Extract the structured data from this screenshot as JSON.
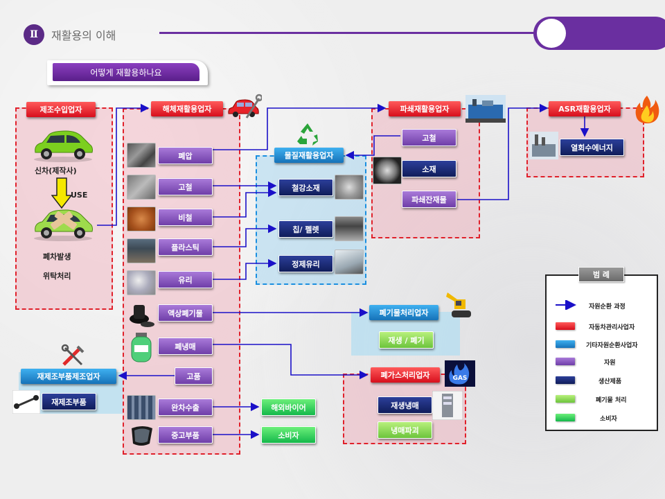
{
  "header": {
    "section_numeral": "Ⅱ",
    "title": "재활용의 이해",
    "subtitle": "어떻게 재활용하나요"
  },
  "manufacturer": {
    "title": "제조수입업자",
    "new_car_label": "신차(제작사)",
    "use_label": "USE",
    "scrap_label_1": "폐차발생",
    "scrap_label_2": "위탁처리"
  },
  "dismantler": {
    "title": "해체재활용업자",
    "items": [
      "폐압",
      "고철",
      "비철",
      "플라스틱",
      "유리",
      "액상폐기물",
      "폐냉매",
      "고품",
      "완차수출",
      "중고부품"
    ]
  },
  "material_recycler": {
    "title": "물질재활용업자",
    "items": [
      "철강소재",
      "칩/ 펠렛",
      "정제유리"
    ]
  },
  "shredder": {
    "title": "파쇄재활용업자",
    "items": [
      "고철",
      "소재",
      "파쇄잔재물"
    ]
  },
  "asr": {
    "title": "ASR재활용업자",
    "item": "열회수에너지"
  },
  "waste_processor": {
    "title": "폐기물처리업자",
    "item": "재생 / 폐기"
  },
  "gas_processor": {
    "title": "폐가스처리업자",
    "items": [
      "재생냉매",
      "냉매파괴"
    ]
  },
  "remanufacturer": {
    "title": "재제조부품제조업자",
    "item": "재제조부품"
  },
  "consumers": {
    "overseas": "해외바이어",
    "consumer": "소비자"
  },
  "legend": {
    "title": "범  례",
    "items": [
      {
        "label": "자원순환 과정",
        "kind": "arrow"
      },
      {
        "label": "자동차관리사업자",
        "kind": "red"
      },
      {
        "label": "기타자원순환사업자",
        "kind": "blue"
      },
      {
        "label": "자원",
        "kind": "purple"
      },
      {
        "label": "생산제품",
        "kind": "navy"
      },
      {
        "label": "폐기물 처리",
        "kind": "lgreen"
      },
      {
        "label": "소비자",
        "kind": "green"
      }
    ]
  },
  "colors": {
    "accent_purple": "#6a2fa0",
    "flow_arrow": "#1a10c8",
    "dealer_red": "#e0202a",
    "other_blue": "#1a8fe0"
  },
  "icons": [
    "recycle-icon",
    "car-wrench-icon",
    "factory-icon",
    "fire-icon",
    "excavator-icon",
    "gas-icon",
    "tools-icon"
  ]
}
